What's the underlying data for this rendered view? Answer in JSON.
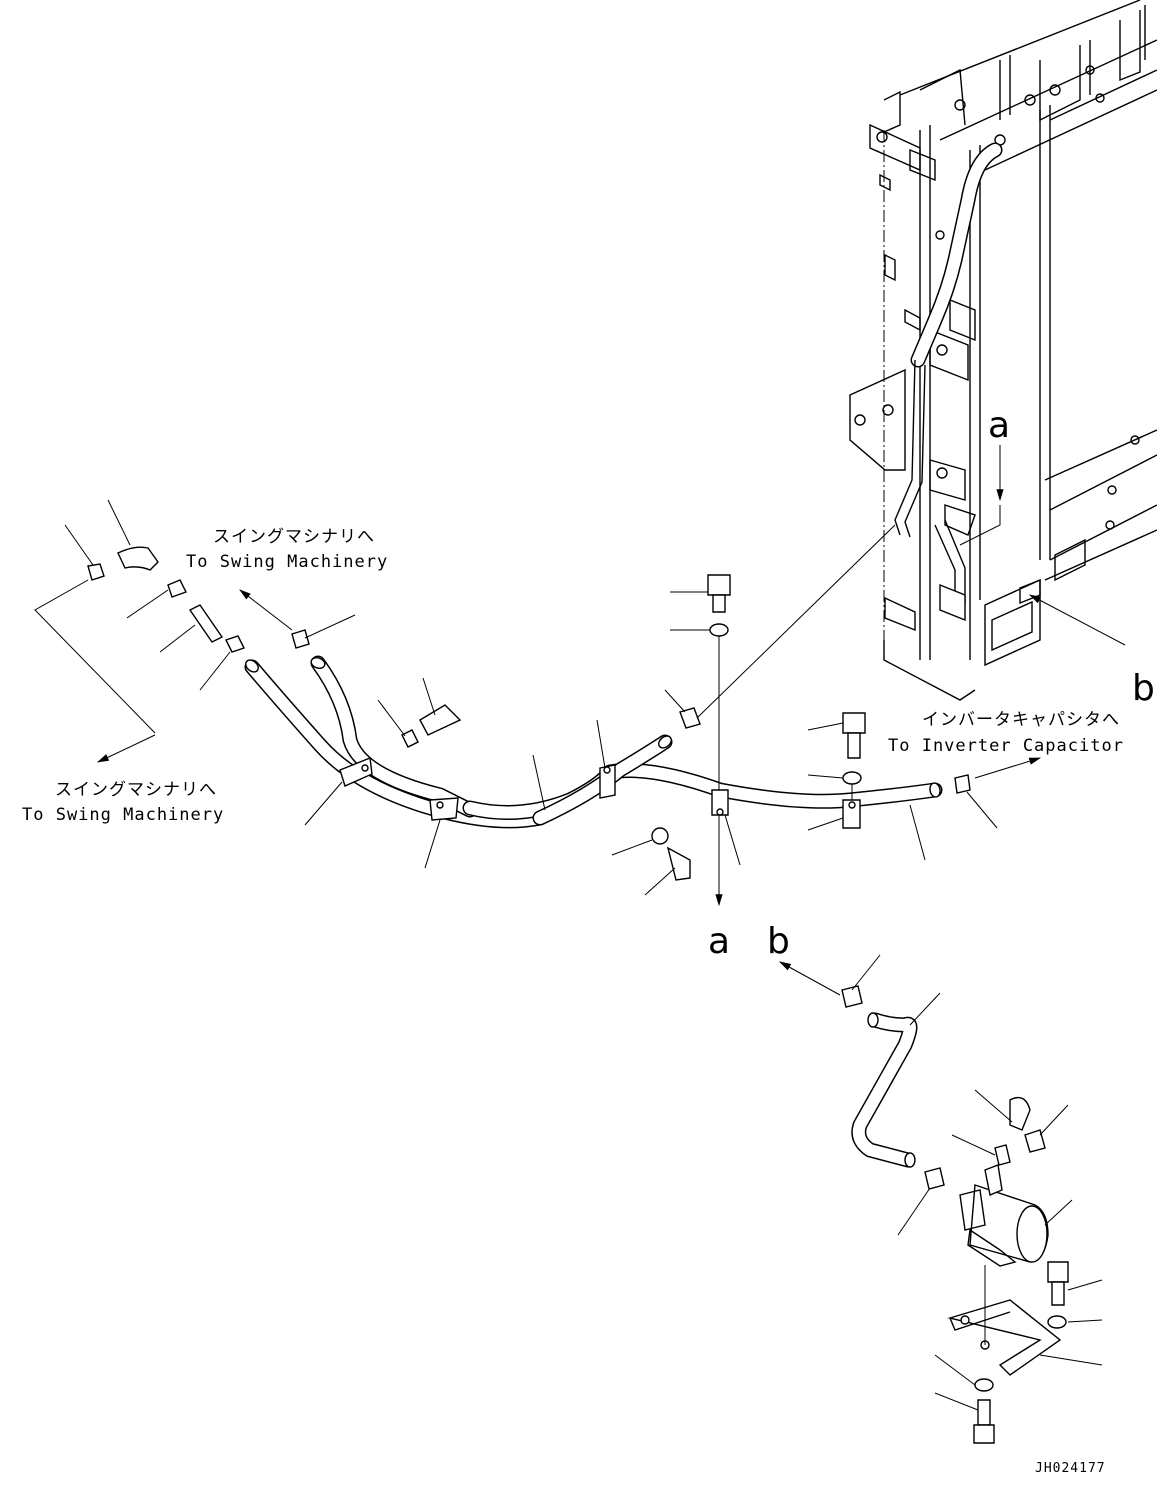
{
  "labels": {
    "swing_top_jp": "スイングマシナリへ",
    "swing_top_en": "To Swing Machinery",
    "swing_left_jp": "スイングマシナリへ",
    "swing_left_en": "To Swing Machinery",
    "inverter_jp": "インバータキャパシタへ",
    "inverter_en": "To Inverter Capacitor",
    "ref_a_frame": "a",
    "ref_b_frame": "b",
    "ref_a_lower": "a",
    "ref_b_lower": "b",
    "drawing_code": "JH024177"
  }
}
